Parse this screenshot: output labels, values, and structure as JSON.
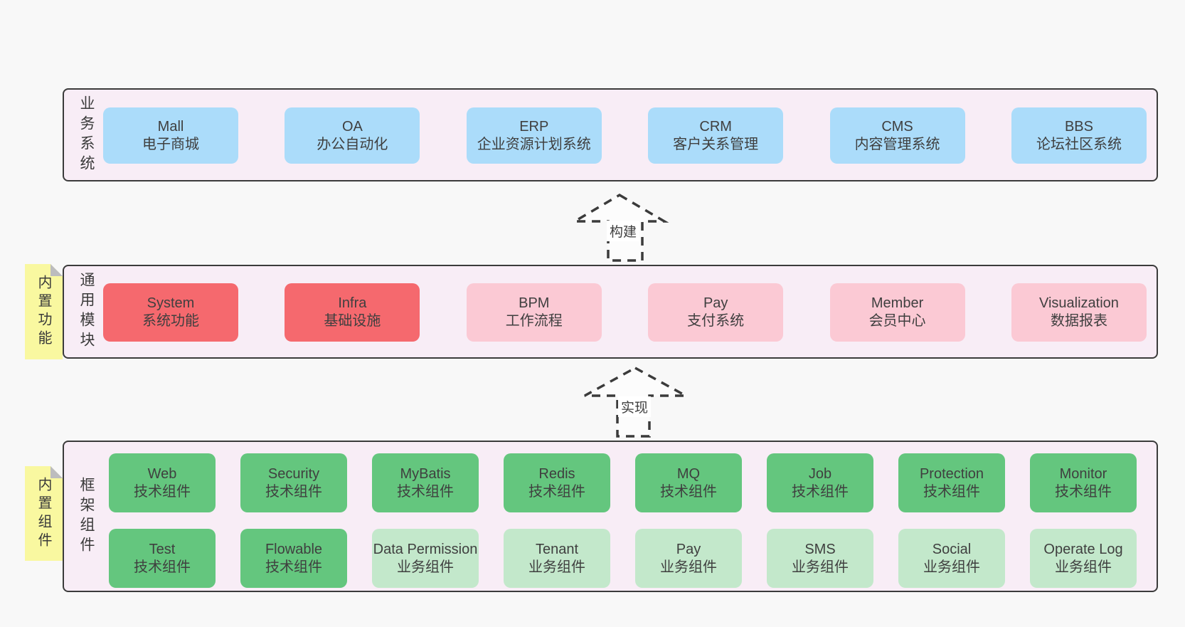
{
  "bands": {
    "business": {
      "side_label": "业务系统",
      "boxes": [
        {
          "title": "Mall",
          "subtitle": "电子商城"
        },
        {
          "title": "OA",
          "subtitle": "办公自动化"
        },
        {
          "title": "ERP",
          "subtitle": "企业资源计划系统"
        },
        {
          "title": "CRM",
          "subtitle": "客户关系管理"
        },
        {
          "title": "CMS",
          "subtitle": "内容管理系统"
        },
        {
          "title": "BBS",
          "subtitle": "论坛社区系统"
        }
      ]
    },
    "modules": {
      "side_label": "通用模块",
      "sticky_label": "内置功能",
      "boxes": [
        {
          "title": "System",
          "subtitle": "系统功能"
        },
        {
          "title": "Infra",
          "subtitle": "基础设施"
        },
        {
          "title": "BPM",
          "subtitle": "工作流程"
        },
        {
          "title": "Pay",
          "subtitle": "支付系统"
        },
        {
          "title": "Member",
          "subtitle": "会员中心"
        },
        {
          "title": "Visualization",
          "subtitle": "数据报表"
        }
      ]
    },
    "components": {
      "side_label": "框架组件",
      "sticky_label": "内置组件",
      "row1": [
        {
          "title": "Web",
          "subtitle": "技术组件"
        },
        {
          "title": "Security",
          "subtitle": "技术组件"
        },
        {
          "title": "MyBatis",
          "subtitle": "技术组件"
        },
        {
          "title": "Redis",
          "subtitle": "技术组件"
        },
        {
          "title": "MQ",
          "subtitle": "技术组件"
        },
        {
          "title": "Job",
          "subtitle": "技术组件"
        },
        {
          "title": "Protection",
          "subtitle": "技术组件"
        },
        {
          "title": "Monitor",
          "subtitle": "技术组件"
        }
      ],
      "row2": [
        {
          "title": "Test",
          "subtitle": "技术组件"
        },
        {
          "title": "Flowable",
          "subtitle": "技术组件"
        },
        {
          "title": "Data Permission",
          "subtitle": "业务组件"
        },
        {
          "title": "Tenant",
          "subtitle": "业务组件"
        },
        {
          "title": "Pay",
          "subtitle": "业务组件"
        },
        {
          "title": "SMS",
          "subtitle": "业务组件"
        },
        {
          "title": "Social",
          "subtitle": "业务组件"
        },
        {
          "title": "Operate Log",
          "subtitle": "业务组件"
        }
      ]
    }
  },
  "arrows": {
    "build": "构建",
    "implement": "实现"
  },
  "colors": {
    "page_bg": "#f8f8f8",
    "band_bg": "#f8edf6",
    "band_border": "#3b3b3b",
    "blue": "#abdcfa",
    "red": "#f5696e",
    "pink": "#fbc9d4",
    "green": "#64c67e",
    "light_green": "#c3e8cb",
    "sticky_yellow": "#f9f8a0",
    "fold_gray": "#bcbcbe",
    "text": "#3f3f3f"
  }
}
